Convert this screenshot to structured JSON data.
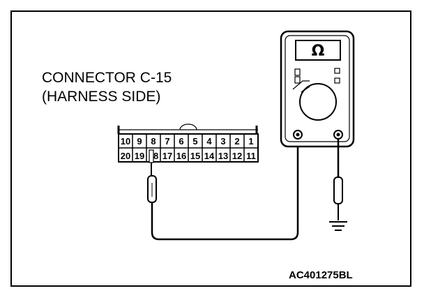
{
  "connector": {
    "title_line1": "CONNECTOR C-15",
    "title_line2": "(HARNESS SIDE)",
    "row_top": [
      "10",
      "9",
      "8",
      "7",
      "6",
      "5",
      "4",
      "3",
      "2",
      "1"
    ],
    "row_bottom": [
      "20",
      "19",
      "18",
      "17",
      "16",
      "15",
      "14",
      "13",
      "12",
      "11"
    ]
  },
  "meter": {
    "display": "Ω"
  },
  "figure_code": "AC401275BL"
}
